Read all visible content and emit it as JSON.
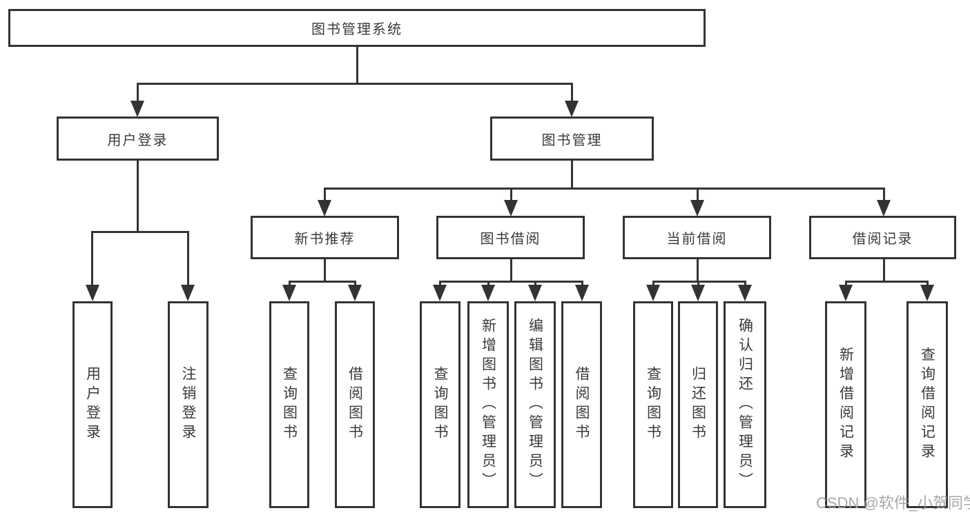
{
  "diagram": {
    "root": {
      "label": "图书管理系统"
    },
    "branches": {
      "user_login": {
        "label": "用户登录",
        "children": {
          "login": "用户登录",
          "logout": "注销登录"
        }
      },
      "book_mgmt": {
        "label": "图书管理",
        "sections": {
          "new_books": {
            "label": "新书推荐",
            "children": {
              "query": "查询图书",
              "borrow": "借阅图书"
            }
          },
          "borrowing": {
            "label": "图书借阅",
            "children": {
              "query": "查询图书",
              "add": "新增图书（管理员）",
              "edit": "编辑图书（管理员）",
              "borrow": "借阅图书"
            }
          },
          "current": {
            "label": "当前借阅",
            "children": {
              "query": "查询图书",
              "return": "归还图书",
              "confirm": "确认归还（管理员）"
            }
          },
          "records": {
            "label": "借阅记录",
            "children": {
              "add": "新增借阅记录",
              "query": "查询借阅记录"
            }
          }
        }
      }
    }
  },
  "watermark": {
    "text": "CSDN @软件_小贺同学"
  },
  "colors": {
    "line": "#333333",
    "text": "#3a3a3a",
    "watermark": "#9e9e9e",
    "background": "#ffffff"
  }
}
